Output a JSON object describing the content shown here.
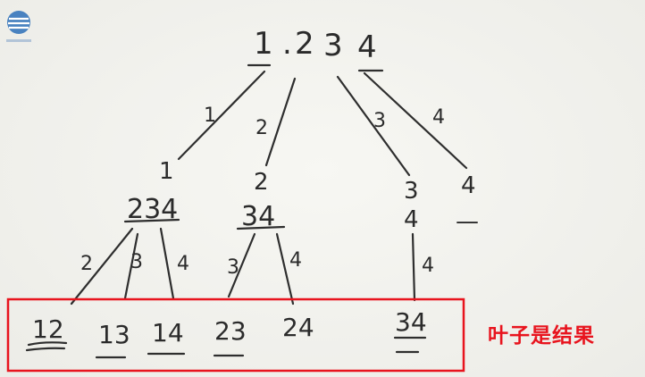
{
  "root": {
    "digits": [
      "1",
      ".",
      "2",
      "3",
      "4"
    ]
  },
  "edges": {
    "root_to_1": "1",
    "root_to_2": "2",
    "root_to_3": "3",
    "root_to_4": "4",
    "n1_to_12": "2",
    "n1_to_13": "3",
    "n1_to_14": "4",
    "n2_to_23": "3",
    "n2_to_24": "4",
    "n3_to_34": "4"
  },
  "nodes": {
    "n1_label": "1",
    "n1_rest": "234",
    "n2_label": "2",
    "n2_rest": "34",
    "n3_label": "3",
    "n3_rest": "4",
    "n4_label": "4",
    "n4_rest": "—"
  },
  "leaves": [
    "12",
    "13",
    "14",
    "23",
    "24",
    "34"
  ],
  "caption": "叶子是结果",
  "colors": {
    "highlight_box": "#e8141e",
    "ink": "#2b2b2b",
    "caption": "#e8141e"
  }
}
